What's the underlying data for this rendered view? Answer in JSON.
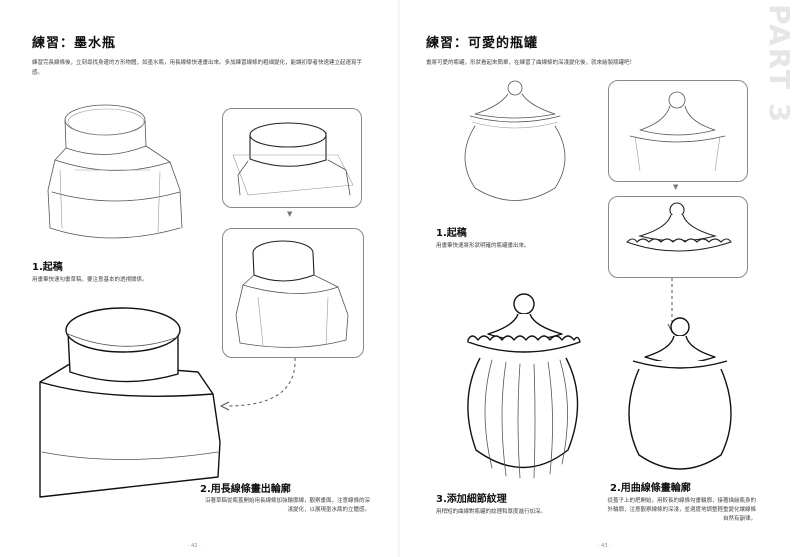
{
  "left": {
    "title": "練習：墨水瓶",
    "intro": "練習完長線條後，立刻尋找身邊的方形物體，如墨水瓶，用長線條快速畫出來。多加練習線條的粗細變化，能讓初學者快速建立起速寫手感。",
    "step1": {
      "title": "1.起稿",
      "desc": "用畫筆快速勾畫草稿，要注意基本的透視關係。"
    },
    "step2": {
      "title": "2.用長線條畫出輪廓",
      "desc": "沿著草稿從瓶蓋開始用長線條加強輪廓線，觀察畫面，注意線條的深淺變化，以展現墨水瓶的立體感。"
    },
    "page_number": "· 42 ·"
  },
  "right": {
    "title": "練習：可愛的瓶罐",
    "intro": "畫將可愛的瓶罐，形狀看起來簡單，在練習了曲線條的深淺變化後，就來繪製瓶罐吧！",
    "part_label": "PART 3",
    "step1": {
      "title": "1.起稿",
      "desc": "用畫筆快速將形狀明確的瓶罐畫出來。"
    },
    "step2": {
      "title": "2.用曲線條畫輪廓",
      "desc": "從蓋子上的把開始，用較長的線條勾畫輪廓，接著描繪瓶身的外輪廓，注意觀察線條的深淺，並適度地調整輕重變化讓線條自然有韻律。"
    },
    "step3": {
      "title": "3.添加細節紋理",
      "desc": "用稍短的曲線對瓶罐的紋理和厚度進行加深。"
    },
    "page_number": "· 43 ·"
  }
}
